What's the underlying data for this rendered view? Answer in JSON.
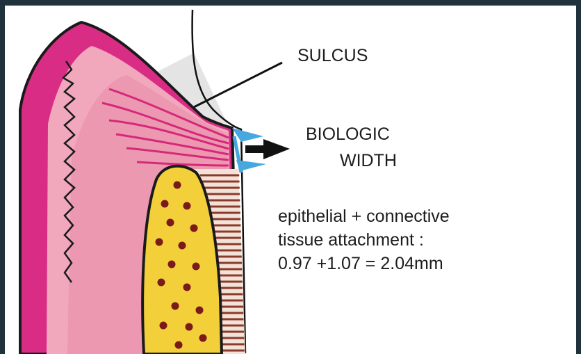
{
  "labels": {
    "sulcus": "SULCUS",
    "biologic_line1": "BIOLOGIC",
    "biologic_line2": "WIDTH",
    "formula_line1": "epithelial + connective",
    "formula_line2": "tissue attachment :",
    "formula_line3": "0.97 +1.07 = 2.04mm"
  },
  "colors": {
    "frame_border": "#20323b",
    "background": "#ffffff",
    "gingiva_outer": "#d92c84",
    "gingiva_inner": "#f1a8bd",
    "bone": "#f3cf3a",
    "bone_dots": "#7a1a1a",
    "ligament": "#8a3a2a",
    "attachment": "#47a8e0"
  }
}
